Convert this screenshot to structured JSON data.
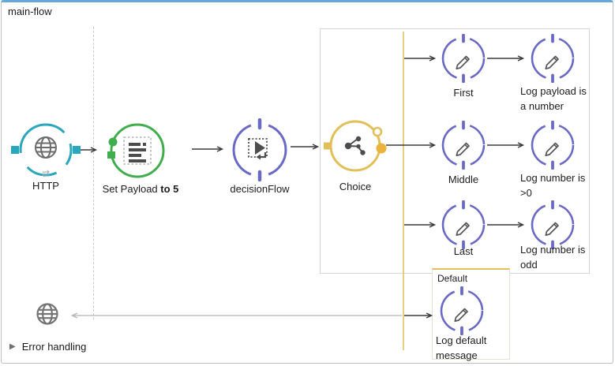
{
  "window": {
    "title": "main-flow"
  },
  "flow": {
    "http_label": "HTTP",
    "set_payload_label": "Set Payload",
    "set_payload_value": "to 5",
    "decision_flow_label": "decisionFlow",
    "choice_label": "Choice",
    "exchange_glyph": "⇄"
  },
  "branches": {
    "first_label": "First",
    "first_logger_label": "Log payload is a number",
    "middle_label": "Middle",
    "middle_logger_label": "Log number is >0",
    "last_label": "Last",
    "last_logger_label": "Log number is odd",
    "default_scope_label": "Default",
    "default_logger_label": "Log default message"
  },
  "footer": {
    "error_handling_label": "Error handling",
    "collapse_glyph": "▶"
  },
  "colors": {
    "http_teal": "#2aa7bd",
    "payload_green": "#41ae4d",
    "flow_indigo": "#6a6ac6",
    "choice_yellow": "#e3bf57",
    "choice_dot_orange": "#eab33c",
    "icon_gray": "#4d4d4d",
    "top_border_blue": "#64a9da",
    "return_arrow_gray": "#b5b5b5"
  }
}
